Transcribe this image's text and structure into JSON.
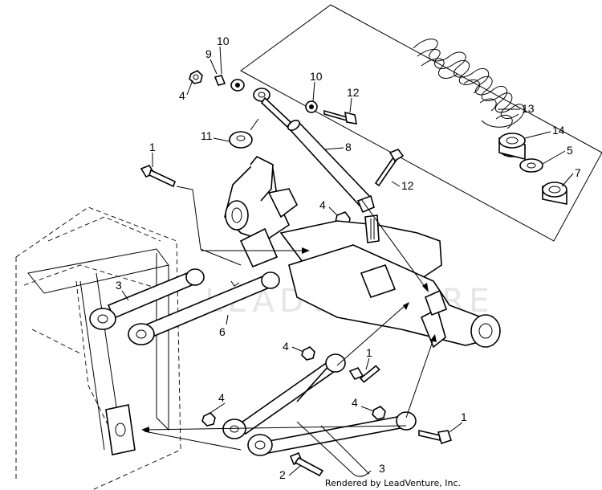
{
  "callouts": {
    "c_10a": "10",
    "c_9": "9",
    "c_4a": "4",
    "c_10b": "10",
    "c_12a": "12",
    "c_11": "11",
    "c_8": "8",
    "c_13": "13",
    "c_14": "14",
    "c_5": "5",
    "c_7": "7",
    "c_1a": "1",
    "c_12b": "12",
    "c_4b": "4",
    "c_3a": "3",
    "c_6": "6",
    "c_4c": "4",
    "c_1b": "1",
    "c_4d": "4",
    "c_4e": "4",
    "c_1c": "1",
    "c_2": "2",
    "c_3b": "3"
  },
  "watermark": "LEADVENTURE",
  "credit": "Rendered by LeadVenture, Inc."
}
